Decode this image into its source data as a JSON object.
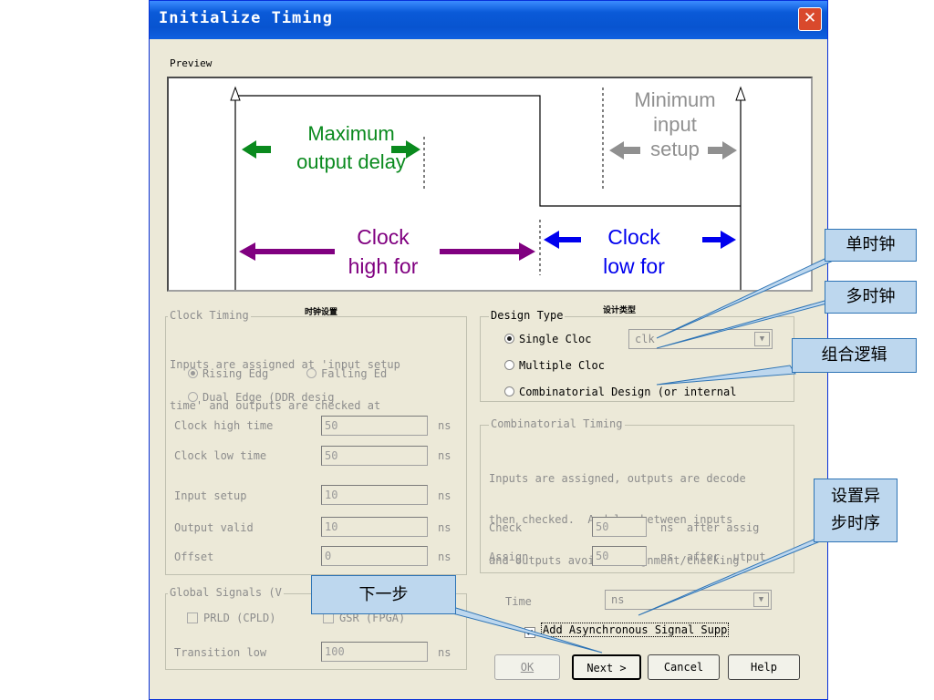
{
  "window": {
    "title": "Initialize Timing",
    "close_glyph": "✕"
  },
  "preview": {
    "label": "Preview",
    "max_output_delay": [
      "Maximum",
      "output delay"
    ],
    "min_input_setup": [
      "Minimum",
      "input",
      "setup"
    ],
    "clock_high": [
      "Clock",
      "high for"
    ],
    "clock_low": [
      "Clock",
      "low for"
    ]
  },
  "clock_timing": {
    "label": "Clock Timing",
    "annotation": "时钟设置",
    "description": [
      "Inputs are assigned at 'input setup",
      "time' and outputs are checked at"
    ],
    "rising_edge": "Rising Edg",
    "falling_edge": "Falling Ed",
    "dual_edge": "Dual Edge (DDR desig",
    "unit": "ns",
    "fields": [
      {
        "label": "Clock high time",
        "value": "50"
      },
      {
        "label": "Clock low time",
        "value": "50"
      },
      {
        "label": "Input setup",
        "value": "10"
      },
      {
        "label": "Output valid",
        "value": "10"
      },
      {
        "label": "Offset",
        "value": "0"
      }
    ]
  },
  "global_signals": {
    "label": "Global Signals (V",
    "prld": "PRLD (CPLD)",
    "gsr": "GSR (FPGA)",
    "transition_label": "Transition low",
    "transition_value": "100",
    "unit": "ns"
  },
  "design_type": {
    "label": "Design Type",
    "annotation": "设计类型",
    "single_clock": "Single Cloc",
    "clock_select": "clk",
    "multiple_clock": "Multiple Cloc",
    "combinatorial": "Combinatorial Design (or internal"
  },
  "combinatorial_timing": {
    "label": "Combinatorial Timing",
    "description": [
      "Inputs are assigned, outputs are decode",
      "then checked.  A delay between inputs",
      "and outputs avoids assignment/checking"
    ],
    "check_label": "Check",
    "check_value": "50",
    "check_unit": "ns  after assig",
    "assign_label": "Assign",
    "assign_value": "50",
    "assign_unit": "ns  after  utput"
  },
  "time_unit": {
    "label": "Time",
    "value": "ns"
  },
  "async_checkbox": {
    "label": "Add Asynchronous Signal Supp",
    "checked": true,
    "mark": "✔"
  },
  "buttons": {
    "ok": "OK",
    "next": "Next >",
    "cancel": "Cancel",
    "help": "Help"
  },
  "callouts": {
    "single_clock": "单时钟",
    "multi_clock": "多时钟",
    "combinational": "组合逻辑",
    "async_timing": [
      "设置异",
      "步时序"
    ],
    "next_step": "下一步"
  },
  "colors": {
    "green": "#0a8a1e",
    "gray": "#909090",
    "purple": "#800080",
    "blue": "#0000ee"
  }
}
